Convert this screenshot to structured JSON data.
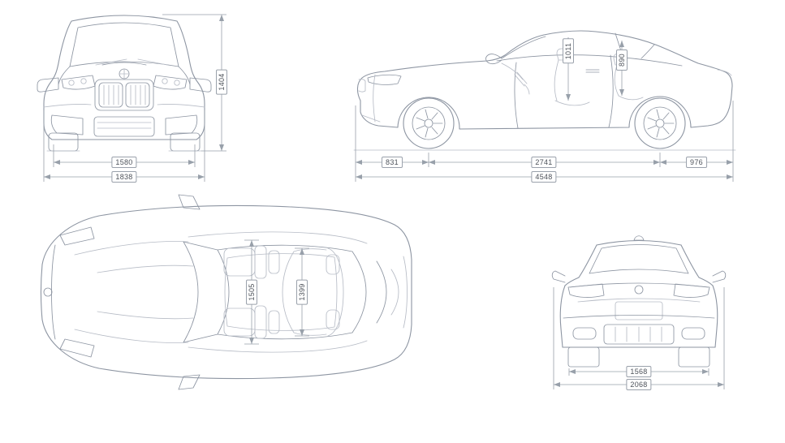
{
  "colors": {
    "background": "#ffffff",
    "outline_line": "#8d95a2",
    "ghost_line": "#b7bcc6",
    "dimension_line": "#98a0aa",
    "label_text": "#4d525a",
    "label_border": "#9aa1ab"
  },
  "dimensions": {
    "front": {
      "track": "1580",
      "overall_width": "1838",
      "overall_height": "1404"
    },
    "side": {
      "headroom_front": "1011",
      "headroom_rear": "890",
      "front_overhang": "831",
      "wheelbase": "2741",
      "rear_overhang": "976",
      "overall_length": "4548"
    },
    "top": {
      "shoulder_front": "1505",
      "shoulder_rear": "1399"
    },
    "rear": {
      "track": "1568",
      "overall_width": "2068"
    }
  }
}
